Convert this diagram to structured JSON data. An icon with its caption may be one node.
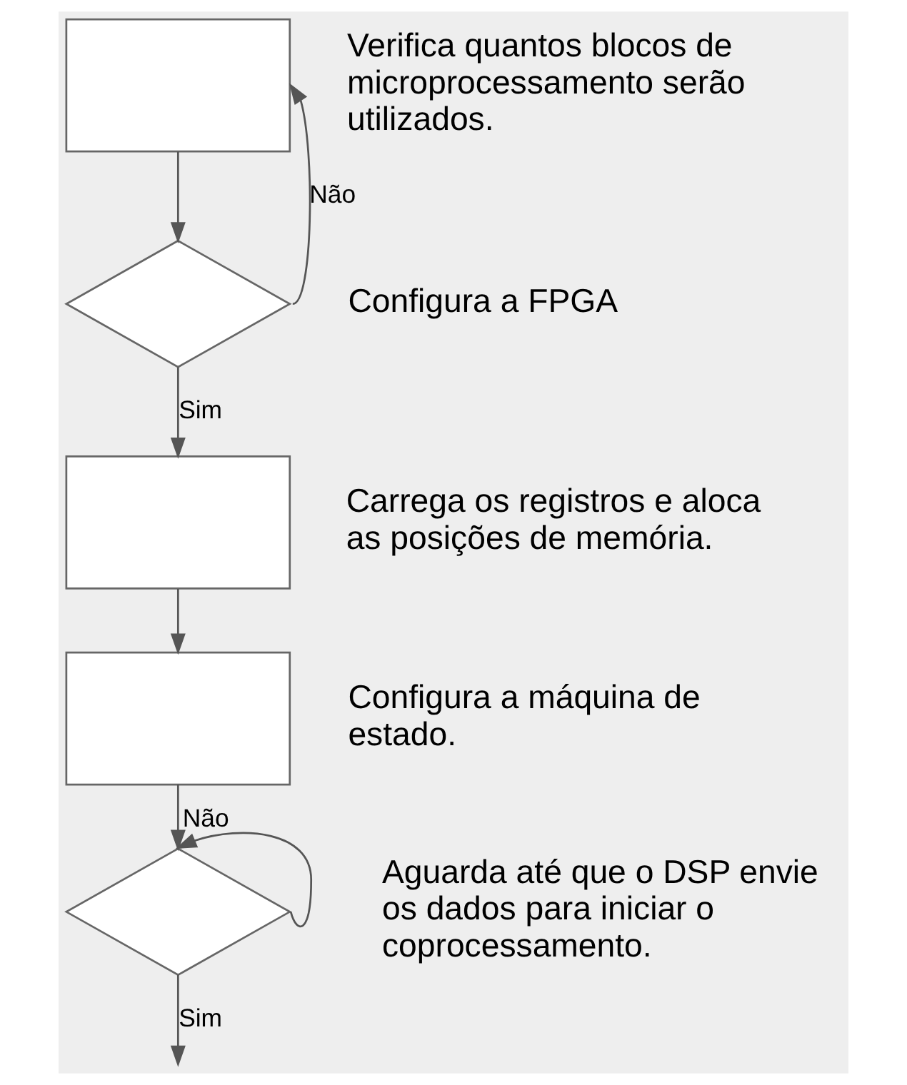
{
  "diagram": {
    "nodes": [
      {
        "text": [],
        "shape": "box",
        "beside": [
          "Verifica quantos blocos de microprocessamento serão utilizados."
        ]
      },
      {
        "text": [],
        "shape": "diamond",
        "beside": [
          "Configura a FPGA"
        ]
      },
      {
        "text": [],
        "shape": "box",
        "beside": [
          "Carrega os registros e aloca as posições de memória."
        ]
      },
      {
        "text": [],
        "shape": "box",
        "beside": [
          "Configura a máquina de estado."
        ]
      },
      {
        "text": [],
        "shape": "diamond",
        "beside": [
          "Aguarda até que o DSP envie os dados para iniciar o coprocessamento."
        ]
      }
    ],
    "edges": [
      {
        "from": 0,
        "to": 1,
        "arrow": "to"
      },
      {
        "from": 1,
        "to": 0,
        "label": "Não",
        "arrow": "to"
      },
      {
        "from": 1,
        "to": 2,
        "label": "Sim",
        "arrow": "to"
      },
      {
        "from": 2,
        "to": 3,
        "arrow": "to"
      },
      {
        "from": 3,
        "to": 4,
        "arrow": "to"
      },
      {
        "from": 4,
        "to": 4,
        "label": "Não",
        "arrow": "to"
      },
      {
        "from": 4,
        "to": null,
        "label": "Sim",
        "arrow": "to"
      }
    ]
  }
}
